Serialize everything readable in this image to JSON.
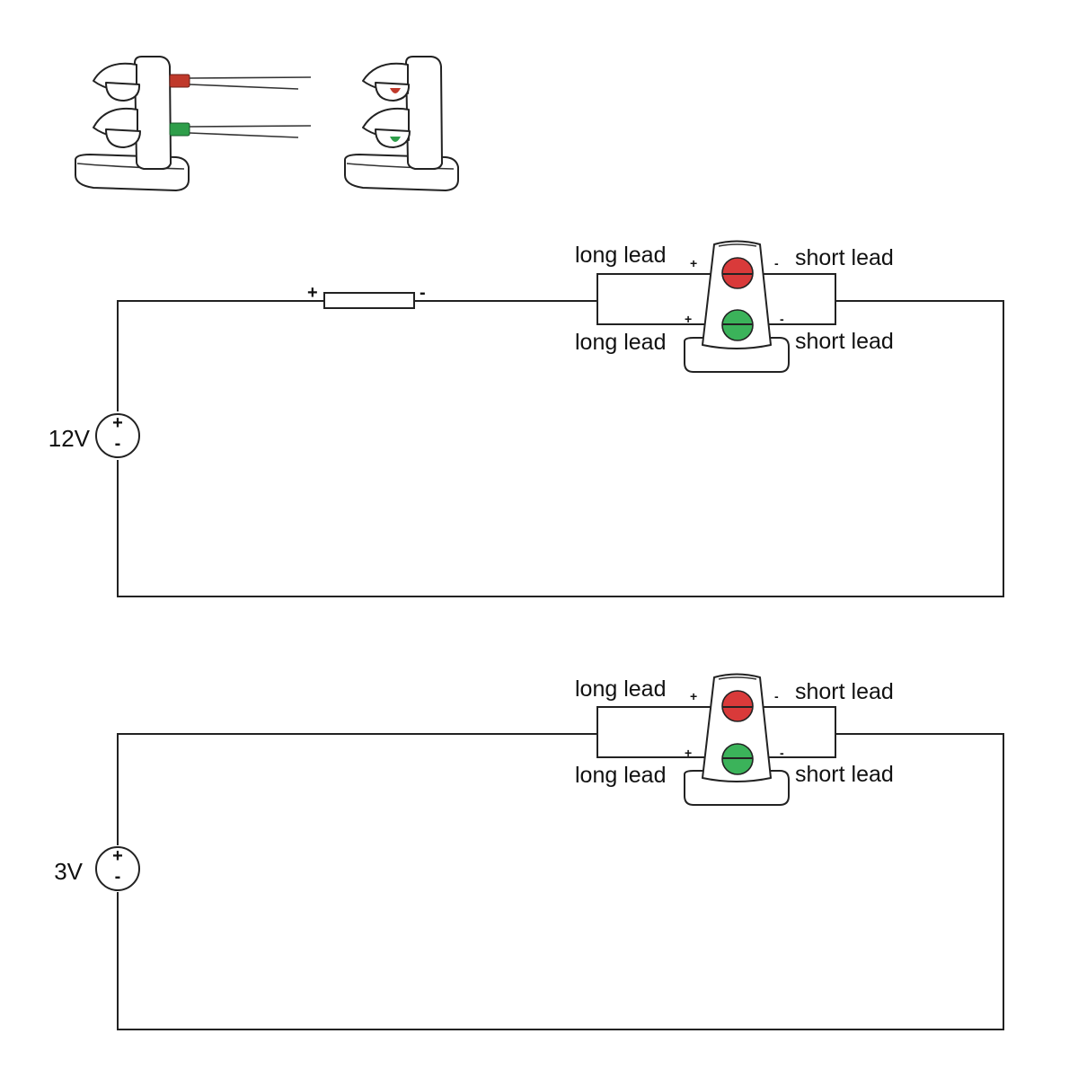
{
  "illustration": {
    "signal_wired": {
      "lamps": [
        "red-lamp",
        "green-lamp"
      ]
    },
    "signal_plain": {
      "lamps": [
        "red-lamp",
        "green-lamp"
      ]
    }
  },
  "colors": {
    "red_lamp": "#d93a3a",
    "green_lamp": "#3bb35a",
    "red_led": "#c0392b",
    "green_led": "#2e9e4a",
    "wire": "#222222"
  },
  "circuit_12v": {
    "source_label": "12V",
    "source_plus": "+",
    "source_minus": "-",
    "resistor_plus": "+",
    "resistor_minus": "-",
    "long_lead_top": "long lead",
    "short_lead_top": "short lead",
    "long_lead_bottom": "long lead",
    "short_lead_bottom": "short lead",
    "red_plus": "+",
    "red_minus": "-",
    "green_plus": "+",
    "green_minus": "-"
  },
  "circuit_3v": {
    "source_label": "3V",
    "source_plus": "+",
    "source_minus": "-",
    "long_lead_top": "long lead",
    "short_lead_top": "short lead",
    "long_lead_bottom": "long lead",
    "short_lead_bottom": "short lead",
    "red_plus": "+",
    "red_minus": "-",
    "green_plus": "+",
    "green_minus": "-"
  }
}
